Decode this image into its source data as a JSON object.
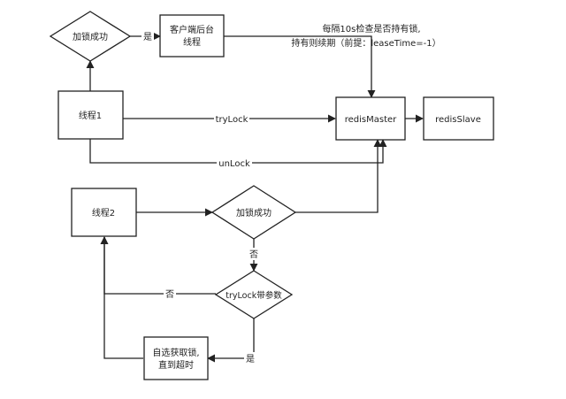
{
  "nodes": {
    "lock_success_1": "加锁成功",
    "client_thread_line1": "客户端后台",
    "client_thread_line2": "线程",
    "thread1": "线程1",
    "redis_master": "redisMaster",
    "redis_slave": "redisSlave",
    "thread2": "线程2",
    "lock_success_2": "加锁成功",
    "trylock_param": "tryLock带参数",
    "spin_line1": "自选获取锁,",
    "spin_line2": "直到超时"
  },
  "edges": {
    "yes_1": "是",
    "note_line1": "每隔10s检查是否持有锁,",
    "note_line2": "持有则续期（前提：leaseTime=-1）",
    "trylock": "tryLock",
    "unlock": "unLock",
    "no_1": "否",
    "no_2": "否",
    "yes_2": "是"
  }
}
